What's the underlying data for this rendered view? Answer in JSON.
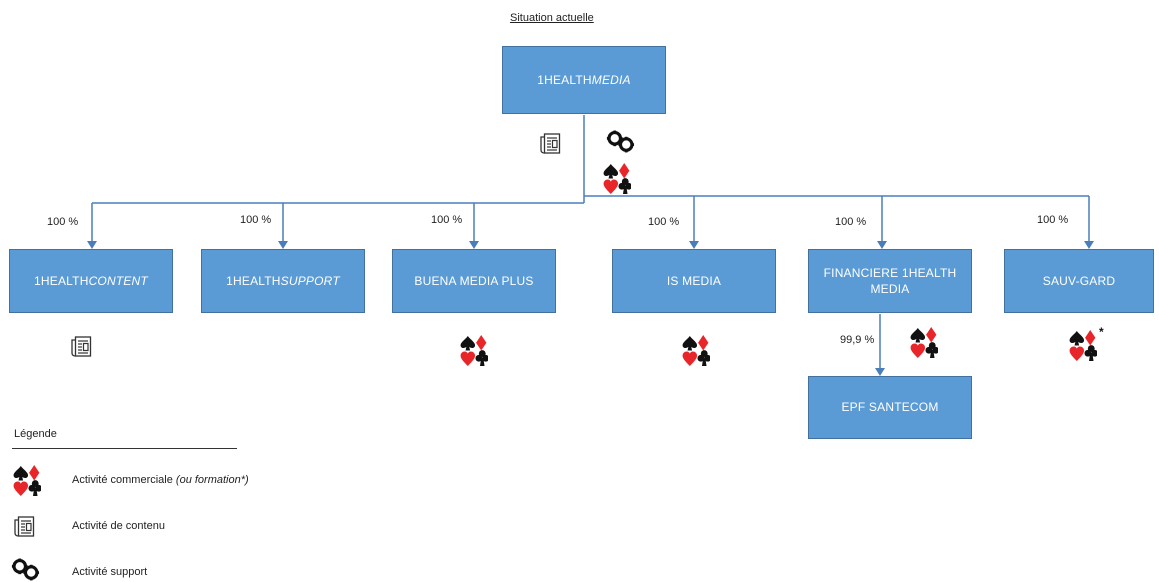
{
  "title": "Situation actuelle",
  "root": {
    "prefix": "1HEALTH",
    "suffix": "MEDIA"
  },
  "subsidiaries": [
    {
      "prefix": "1HEALTH",
      "suffix": "CONTENT",
      "pct": "100 %"
    },
    {
      "prefix": "1HEALTH",
      "suffix": "SUPPORT",
      "pct": "100 %"
    },
    {
      "label": "BUENA MEDIA PLUS",
      "pct": "100 %"
    },
    {
      "label": "IS MEDIA",
      "pct": "100 %"
    },
    {
      "label": "FINANCIERE 1HEALTH MEDIA",
      "pct": "100 %"
    },
    {
      "label": "SAUV-GARD",
      "pct": "100 %"
    }
  ],
  "sub_subsidiary": {
    "label": "EPF SANTECOM",
    "pct": "99,9 %"
  },
  "sauvgard_note": "*",
  "legend": {
    "title": "Légende",
    "commercial": "Activité commerciale",
    "commercial_note": "(ou formation*)",
    "content": "Activité de contenu",
    "support": "Activité support"
  },
  "colors": {
    "box_fill": "#5b9bd5",
    "box_border": "#41719c",
    "connector": "#4a7ebb",
    "suit_red": "#e8262a",
    "suit_black": "#111111"
  },
  "icons": {
    "commercial": "card-suits-icon",
    "content": "newspaper-icon",
    "support": "gears-icon"
  }
}
